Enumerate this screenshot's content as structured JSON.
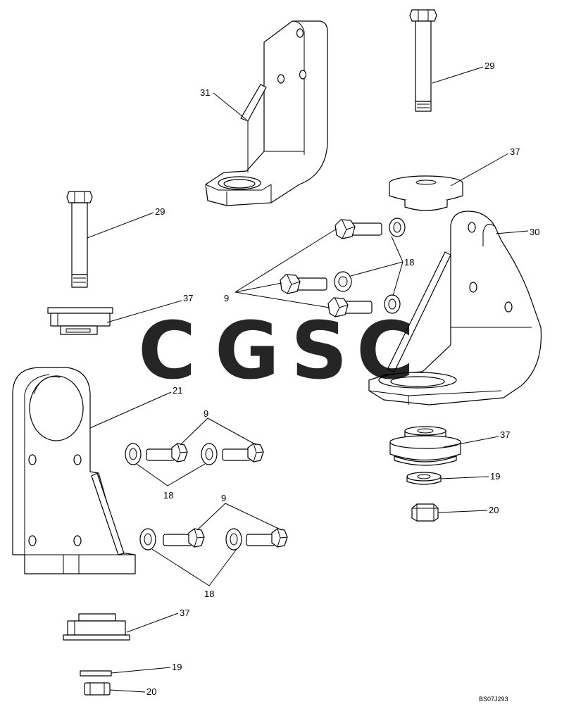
{
  "callouts": {
    "c31": "31",
    "c29_top": "29",
    "c37_top": "37",
    "c30": "30",
    "c29_left": "29",
    "c18_upper": "18",
    "c9_upper": "9",
    "c37_left": "37",
    "c21": "21",
    "c9_mid": "9",
    "c18_mid": "18",
    "c37_right": "37",
    "c19_right": "19",
    "c20_right": "20",
    "c9_lower": "9",
    "c18_lower": "18",
    "c37_bottom": "37",
    "c19_bottom": "19",
    "c20_bottom": "20"
  },
  "drawing_code": "BS07J293",
  "watermark": {
    "letters": [
      "C",
      "G",
      "S",
      "C"
    ],
    "colors": [
      "#7aa7f5",
      "#f28a86",
      "#f7d46a",
      "#6fc08f"
    ]
  }
}
